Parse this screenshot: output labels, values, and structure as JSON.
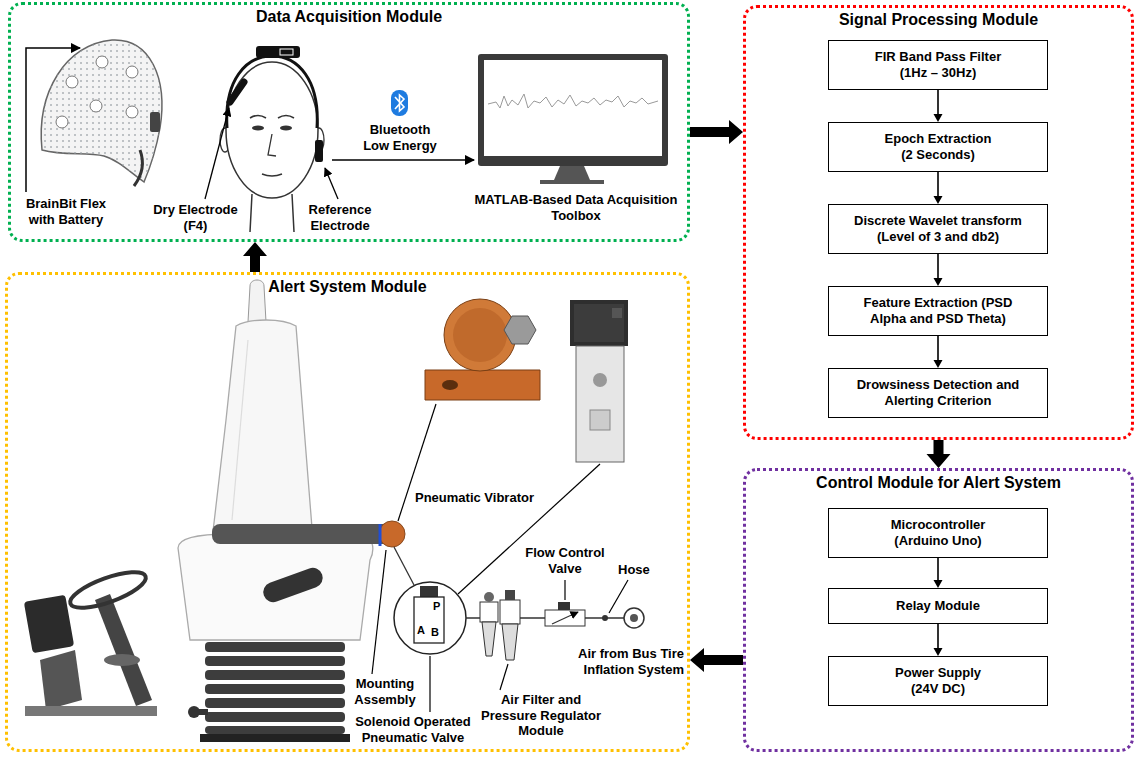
{
  "diagram": {
    "nodes": [
      {
        "text": [
          "Data Acquisition Module"
        ]
      },
      {
        "text": [
          "Signal Processing Module"
        ]
      },
      {
        "text": [
          "FIR Band Pass Filter (1Hz – 30Hz)"
        ],
        "in": 1
      },
      {
        "text": [
          "Epoch Extraction (2 Seconds)"
        ],
        "in": 1
      },
      {
        "text": [
          "Discrete Wavelet transform (Level of 3 and db2)"
        ],
        "in": 1
      },
      {
        "text": [
          "Feature Extraction (PSD Alpha and PSD Theta)"
        ],
        "in": 1
      },
      {
        "text": [
          "Drowsiness Detection and Alerting Criterion"
        ],
        "in": 1
      },
      {
        "text": [
          "Control Module for Alert System"
        ]
      },
      {
        "text": [
          "Microcontroller (Arduino Uno)"
        ],
        "in": 7
      },
      {
        "text": [
          "Relay Module"
        ],
        "in": 7
      },
      {
        "text": [
          "Power Supply (24V DC)"
        ],
        "in": 7
      },
      {
        "text": [
          "Alert System Module"
        ]
      }
    ],
    "edges": [
      {
        "from": 0,
        "to": 1,
        "arrow": "to"
      },
      {
        "from": 2,
        "to": 3,
        "arrow": "to"
      },
      {
        "from": 3,
        "to": 4,
        "arrow": "to"
      },
      {
        "from": 4,
        "to": 5,
        "arrow": "to"
      },
      {
        "from": 5,
        "to": 6,
        "arrow": "to"
      },
      {
        "from": 1,
        "to": 7,
        "arrow": "to"
      },
      {
        "from": 8,
        "to": 9,
        "arrow": "to"
      },
      {
        "from": 9,
        "to": 10,
        "arrow": "to"
      },
      {
        "from": 7,
        "to": 11,
        "arrow": "to"
      },
      {
        "from": 11,
        "to": 0,
        "arrow": "to"
      }
    ],
    "labels": [
      "BrainBit Flex with Battery",
      "Dry Electrode (F4)",
      "Reference Electrode",
      "Bluetooth Low Energy",
      "MATLAB-Based Data Acquisition Toolbox",
      "Pneumatic Vibrator",
      "Flow Control Valve",
      "Hose",
      "P",
      "A",
      "B",
      "Mounting Assembly",
      "Solenoid Operated Pneumatic Valve",
      "Air Filter and Pressure Regulator Module",
      "Air from Bus Tire Inflation System"
    ]
  }
}
